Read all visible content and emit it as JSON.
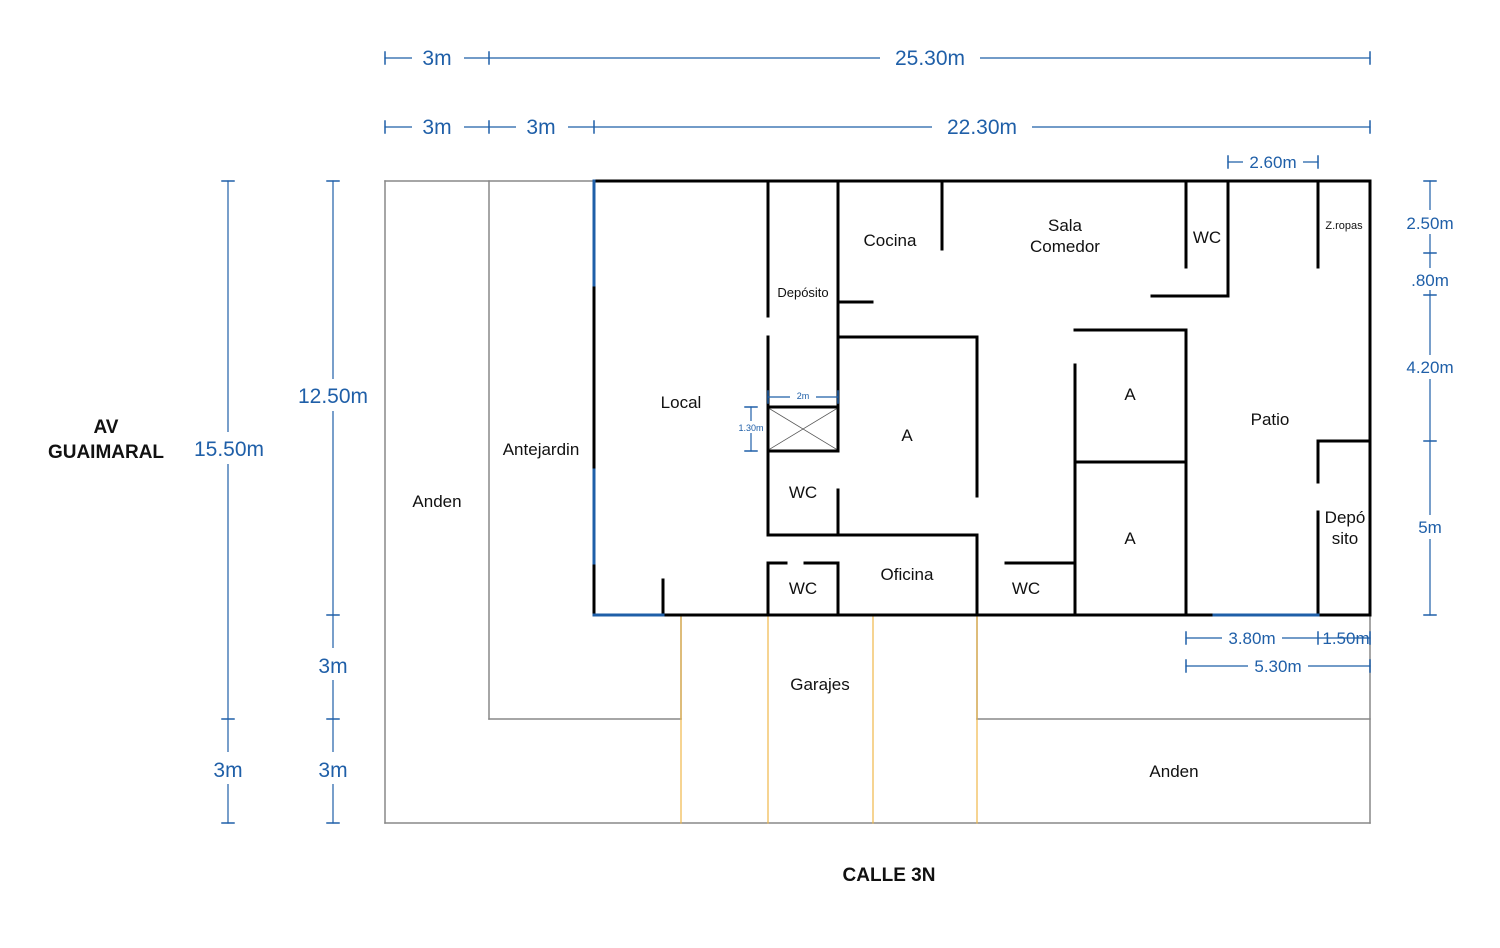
{
  "streets": {
    "av_line1": "AV",
    "av_line2": "GUAIMARAL",
    "calle": "CALLE 3N"
  },
  "rooms": {
    "anden_left": "Anden",
    "antejardin": "Antejardin",
    "local": "Local",
    "deposito": "Depósito",
    "cocina": "Cocina",
    "sala1": "Sala",
    "sala2": "Comedor",
    "wc_top": "WC",
    "zropas": "Z.ropas",
    "a_center": "A",
    "a_right_top": "A",
    "a_right_bottom": "A",
    "patio": "Patio",
    "deposito2_1": "Depó",
    "deposito2_2": "sito",
    "wc_left_mid": "WC",
    "wc_left_bottom": "WC",
    "oficina": "Oficina",
    "wc_right": "WC",
    "garajes": "Garajes",
    "anden_bottom": "Anden"
  },
  "dimensions": {
    "top1": [
      "3m",
      "25.30m"
    ],
    "top2": [
      "3m",
      "3m",
      "22.30m"
    ],
    "top_right": "2.60m",
    "left_outer": [
      "15.50m",
      "3m"
    ],
    "left_inner": [
      "12.50m",
      "3m",
      "3m"
    ],
    "right": [
      "2.50m",
      ".80m",
      "4.20m",
      "5m"
    ],
    "bottom_right": [
      "3.80m",
      "1.50m",
      "5.30m"
    ],
    "stair_w": "2m",
    "stair_h": "1.30m"
  },
  "colors": {
    "wall": "#000000",
    "outline": "#888888",
    "dimension": "#1f5fa8",
    "garage_line": "#f0b84a"
  }
}
